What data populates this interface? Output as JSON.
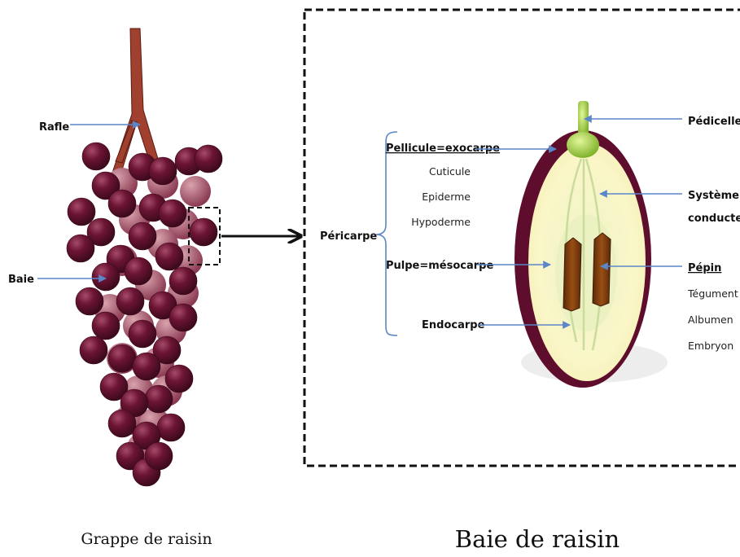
{
  "grape_cluster": {
    "labels": {
      "stalk": "Rafle",
      "berry": "Baie"
    },
    "caption": "Grappe de raisin"
  },
  "berry_section": {
    "caption": "Baie de raisin",
    "pericarp": {
      "label": "Péricarpe",
      "exocarp": "Pellicule=exocarpe",
      "exocarp_layers": [
        "Cuticule",
        "Epiderme",
        "Hypoderme"
      ],
      "mesocarp": "Pulpe=mésocarpe",
      "endocarp": "Endocarpe"
    },
    "pedicel": "Pédicelle",
    "vascular_system": [
      "Système",
      "conducteur"
    ],
    "seed": {
      "label": "Pépin",
      "parts": [
        "Tégument",
        "Albumen",
        "Embryon"
      ]
    }
  },
  "colors": {
    "grape": "#6b1433",
    "grape_highlight": "#a64a6a",
    "stalk": "#a0402e",
    "pulp": "#faf6c8",
    "skin": "#5e0d2c",
    "seed": "#7a3a0c",
    "pedicel": "#a6d450",
    "arrow": "#5b86c9"
  }
}
